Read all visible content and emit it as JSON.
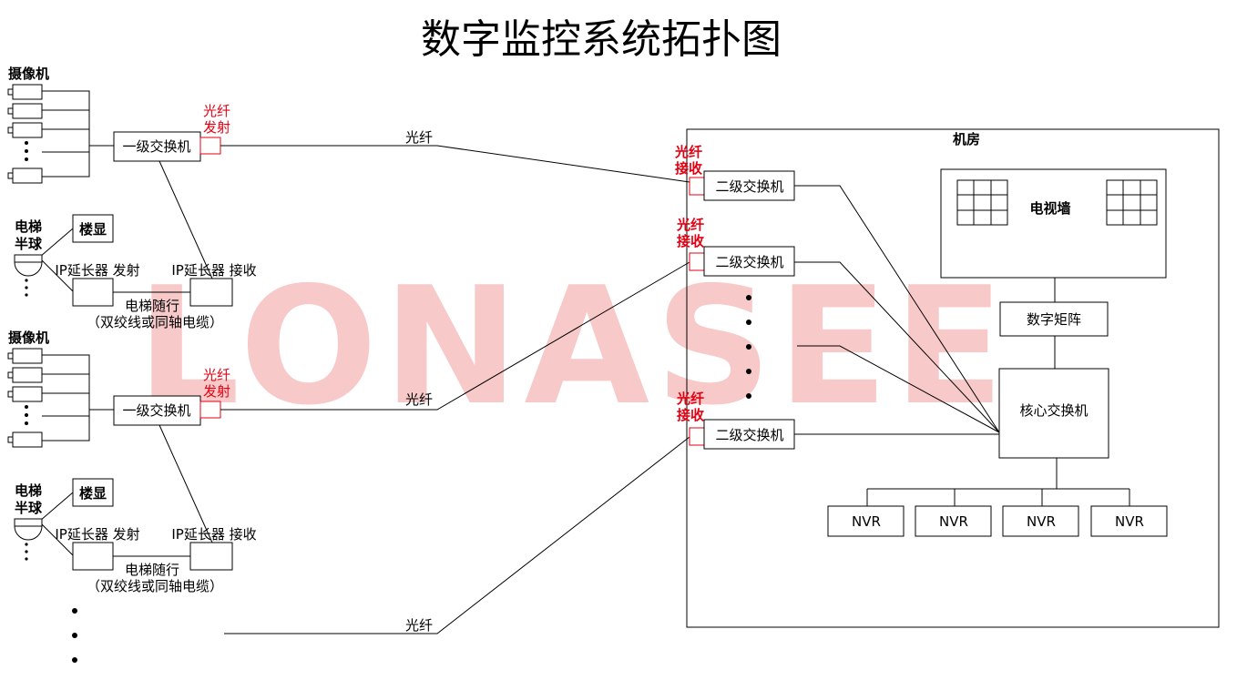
{
  "title": "数字监控系统拓扑图",
  "watermark": "LONASEE",
  "labels": {
    "camera": "摄像机",
    "switch1": "一级交换机",
    "switch2": "二级交换机",
    "fiber_tx": "光纤",
    "fiber_tx2": "发射",
    "fiber_rx": "光纤",
    "fiber_rx2": "接收",
    "fiber": "光纤",
    "elevator_dome1": "电梯",
    "elevator_dome2": "半球",
    "floor_display": "楼显",
    "ip_ext_tx": "IP延长器 发射",
    "ip_ext_rx": "IP延长器 接收",
    "elevator_cable": "电梯随行",
    "cable_type": "（双绞线或同轴电缆）",
    "machine_room": "机房",
    "video_wall": "电视墙",
    "digital_matrix": "数字矩阵",
    "core_switch": "核心交换机",
    "nvr": "NVR"
  },
  "colors": {
    "line": "#000000",
    "accent": "#e60012",
    "watermark": "#f7c9c9"
  }
}
